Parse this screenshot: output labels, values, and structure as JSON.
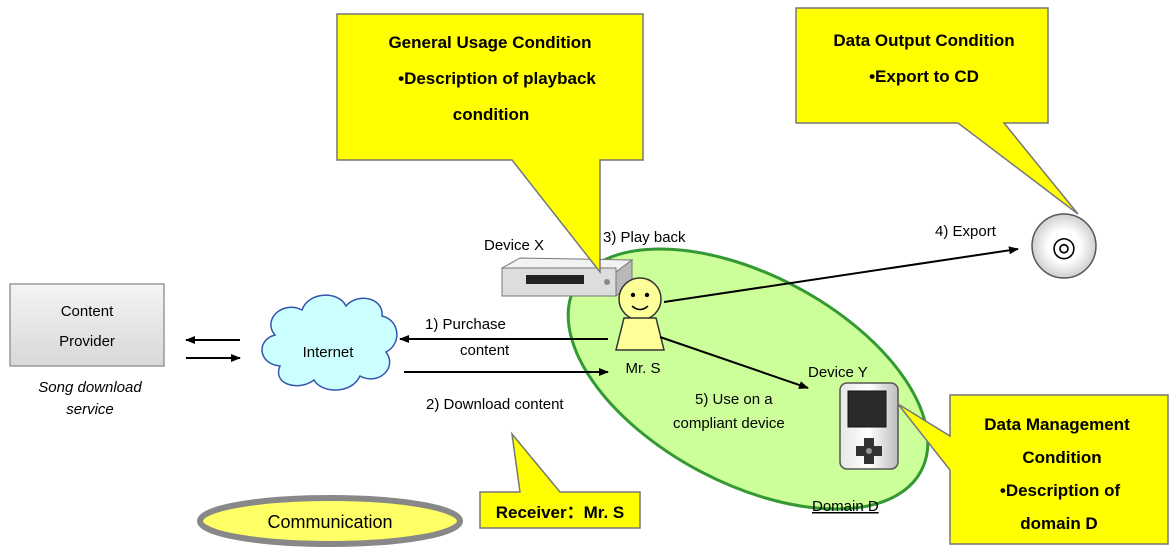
{
  "content_provider": {
    "lines": [
      "Content",
      "Provider"
    ],
    "caption": [
      "Song download",
      "service"
    ]
  },
  "internet": {
    "label": "Internet"
  },
  "arrows": {
    "purchase": [
      "1) Purchase",
      "content"
    ],
    "download": "2) Download content",
    "playback": "3) Play back",
    "export": "4) Export",
    "compliant": [
      "5) Use on a",
      "compliant device"
    ]
  },
  "devices": {
    "x_label": "Device X",
    "y_label": "Device Y",
    "disc_symbol": "◎",
    "person_label": "Mr. S"
  },
  "domain": {
    "label": "Domain D"
  },
  "callouts": {
    "general_usage": [
      "General Usage Condition",
      "•Description of playback",
      "condition"
    ],
    "data_output": [
      "Data Output Condition",
      "•Export to CD"
    ],
    "data_management": [
      "Data Management",
      "Condition",
      "•Description of",
      "domain D"
    ],
    "receiver": "Receiver：Mr. S"
  },
  "communication": {
    "label": "Communication"
  },
  "colors": {
    "callout_fill": "#ffff00",
    "domain_fill": "#ccff99",
    "domain_stroke": "#339933",
    "cloud_fill": "#ccffff",
    "person_fill": "#ffff99",
    "communication_fill": "#ffff66"
  }
}
